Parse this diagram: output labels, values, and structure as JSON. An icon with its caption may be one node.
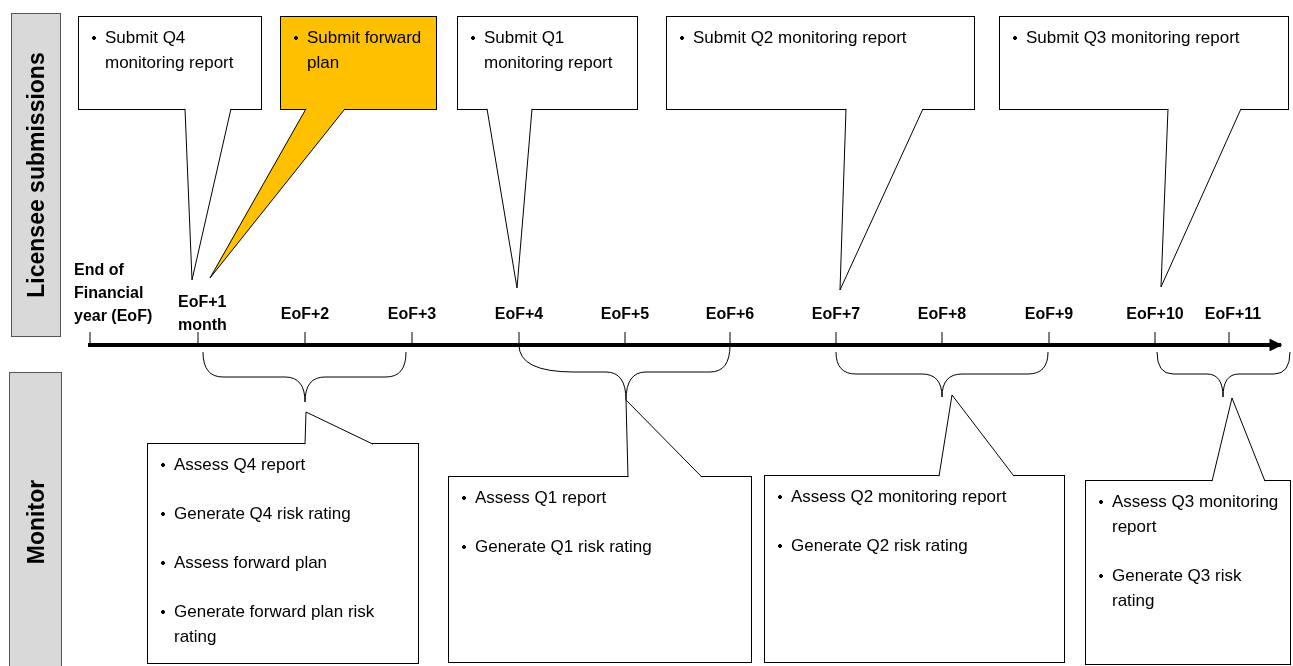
{
  "diagram": {
    "nodes": [
      {
        "text": [
          "Licensee submissions"
        ]
      },
      {
        "text": [
          "Monitor"
        ]
      },
      {
        "text": [
          "Submit Q4 monitoring report"
        ]
      },
      {
        "text": [
          "Submit forward plan"
        ]
      },
      {
        "text": [
          "Submit Q1 monitoring report"
        ]
      },
      {
        "text": [
          "Submit Q2 monitoring report"
        ]
      },
      {
        "text": [
          "Submit Q3 monitoring report"
        ]
      },
      {
        "text": [
          "Assess Q4 report",
          "Generate Q4 risk rating",
          "Assess forward plan",
          "Generate forward plan risk rating"
        ]
      },
      {
        "text": [
          "Assess Q1 report",
          "Generate Q1 risk rating"
        ]
      },
      {
        "text": [
          "Assess Q2 monitoring report",
          "Generate Q2 risk rating"
        ]
      },
      {
        "text": [
          "Assess Q3 monitoring report",
          "Generate Q3 risk rating"
        ]
      }
    ],
    "edges": [
      {
        "from": 2,
        "to": null,
        "arrow": "none"
      },
      {
        "from": 3,
        "to": null,
        "arrow": "none"
      },
      {
        "from": 4,
        "to": null,
        "arrow": "none"
      },
      {
        "from": 5,
        "to": null,
        "arrow": "none"
      },
      {
        "from": 6,
        "to": null,
        "arrow": "none"
      },
      {
        "from": 7,
        "to": null,
        "arrow": "none"
      },
      {
        "from": 8,
        "to": null,
        "arrow": "none"
      },
      {
        "from": 9,
        "to": null,
        "arrow": "none"
      },
      {
        "from": 10,
        "to": null,
        "arrow": "none"
      }
    ],
    "labels": [
      "End of Financial year (EoF)",
      "EoF+1 month",
      "EoF+2",
      "EoF+3",
      "EoF+4",
      "EoF+5",
      "EoF+6",
      "EoF+7",
      "EoF+8",
      "EoF+9",
      "EoF+10",
      "EoF+11"
    ]
  }
}
